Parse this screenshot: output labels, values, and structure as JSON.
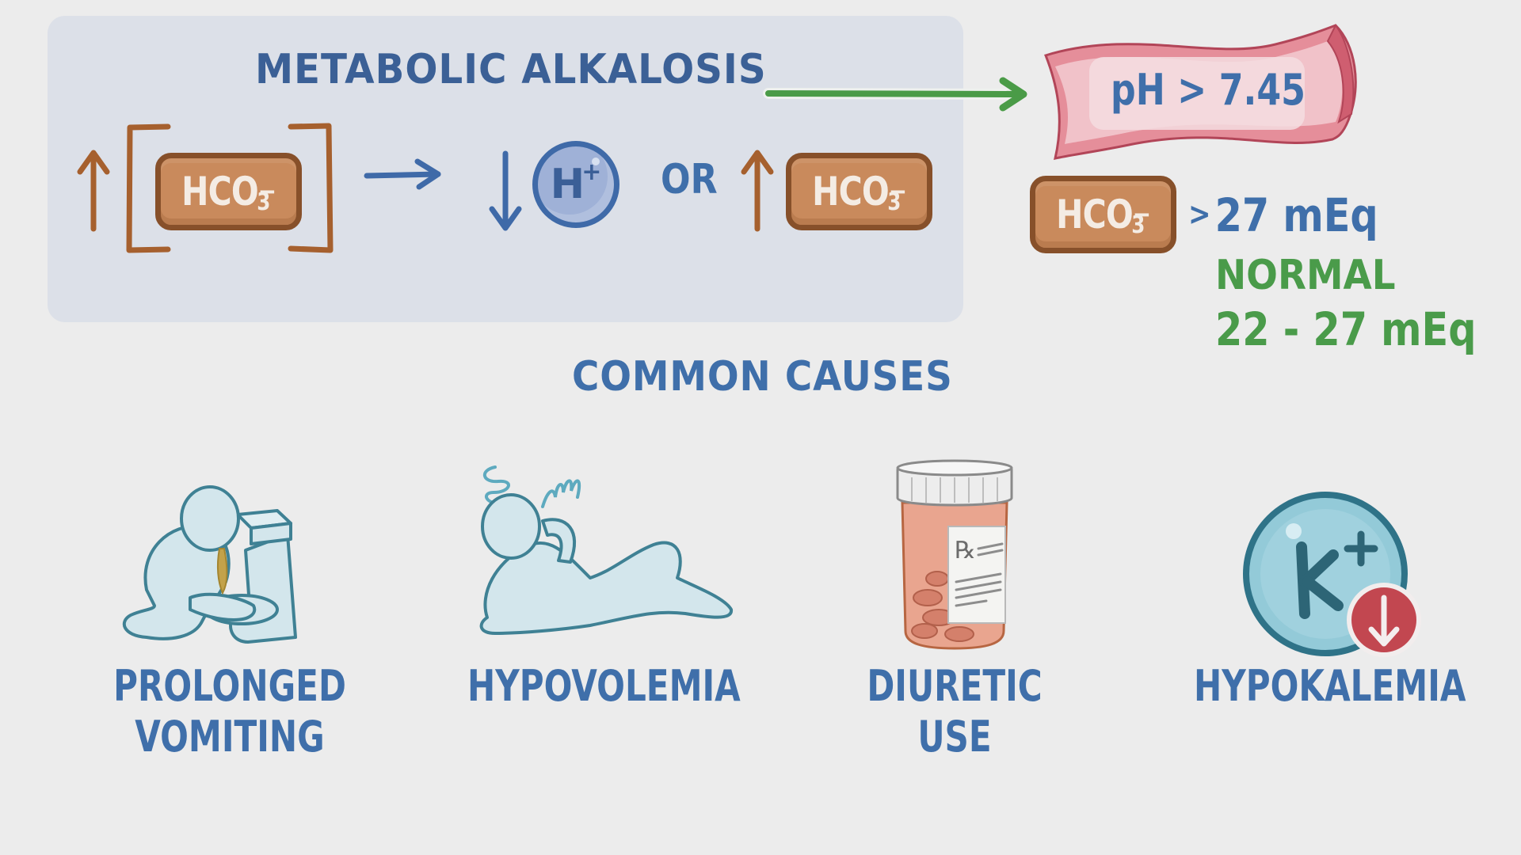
{
  "header": {
    "title": "METABOLIC ALKALOSIS"
  },
  "formula": {
    "increase_symbol": "↑",
    "compound_left": {
      "base": "HCO",
      "subscript": "3",
      "charge": "−"
    },
    "arrow": "→",
    "decrease_symbol": "↓",
    "ion": {
      "symbol": "H",
      "charge": "+"
    },
    "connector": "OR",
    "compound_right": {
      "base": "HCO",
      "subscript": "3",
      "charge": "−"
    }
  },
  "diagnostics": {
    "ph": {
      "label": "pH",
      "operator": ">",
      "value": "7.45",
      "text": "pH > 7.45"
    },
    "bicarbonate": {
      "compound": {
        "base": "HCO",
        "subscript": "3",
        "charge": "−"
      },
      "operator": ">",
      "value": "27 mEq",
      "normal_label": "NORMAL",
      "normal_range": "22 - 27 mEq"
    }
  },
  "causes": {
    "title": "COMMON CAUSES",
    "items": [
      {
        "label": "PROLONGED\nVOMITING",
        "icon": "vomiting-person-icon"
      },
      {
        "label": "HYPOVOLEMIA",
        "icon": "dizzy-reclining-person-icon"
      },
      {
        "label": "DIURETIC\nUSE",
        "icon": "pill-bottle-icon"
      },
      {
        "label": "HYPOKALEMIA",
        "icon": "potassium-ion-decrease-icon"
      }
    ],
    "pill_label": "Rx",
    "potassium": {
      "symbol": "K",
      "charge": "+"
    }
  },
  "colors": {
    "background": "#ececec",
    "panel": "#dce0e8",
    "title_blue": "#3b6096",
    "text_blue": "#3f6faa",
    "green": "#4a9b4a",
    "hco3_fill": "#c98a5c",
    "hco3_border": "#87502a",
    "vessel_pink": "#e07f8d",
    "figure_fill": "#cfe3ea",
    "figure_stroke": "#3f8194",
    "alert_red": "#c24750"
  }
}
